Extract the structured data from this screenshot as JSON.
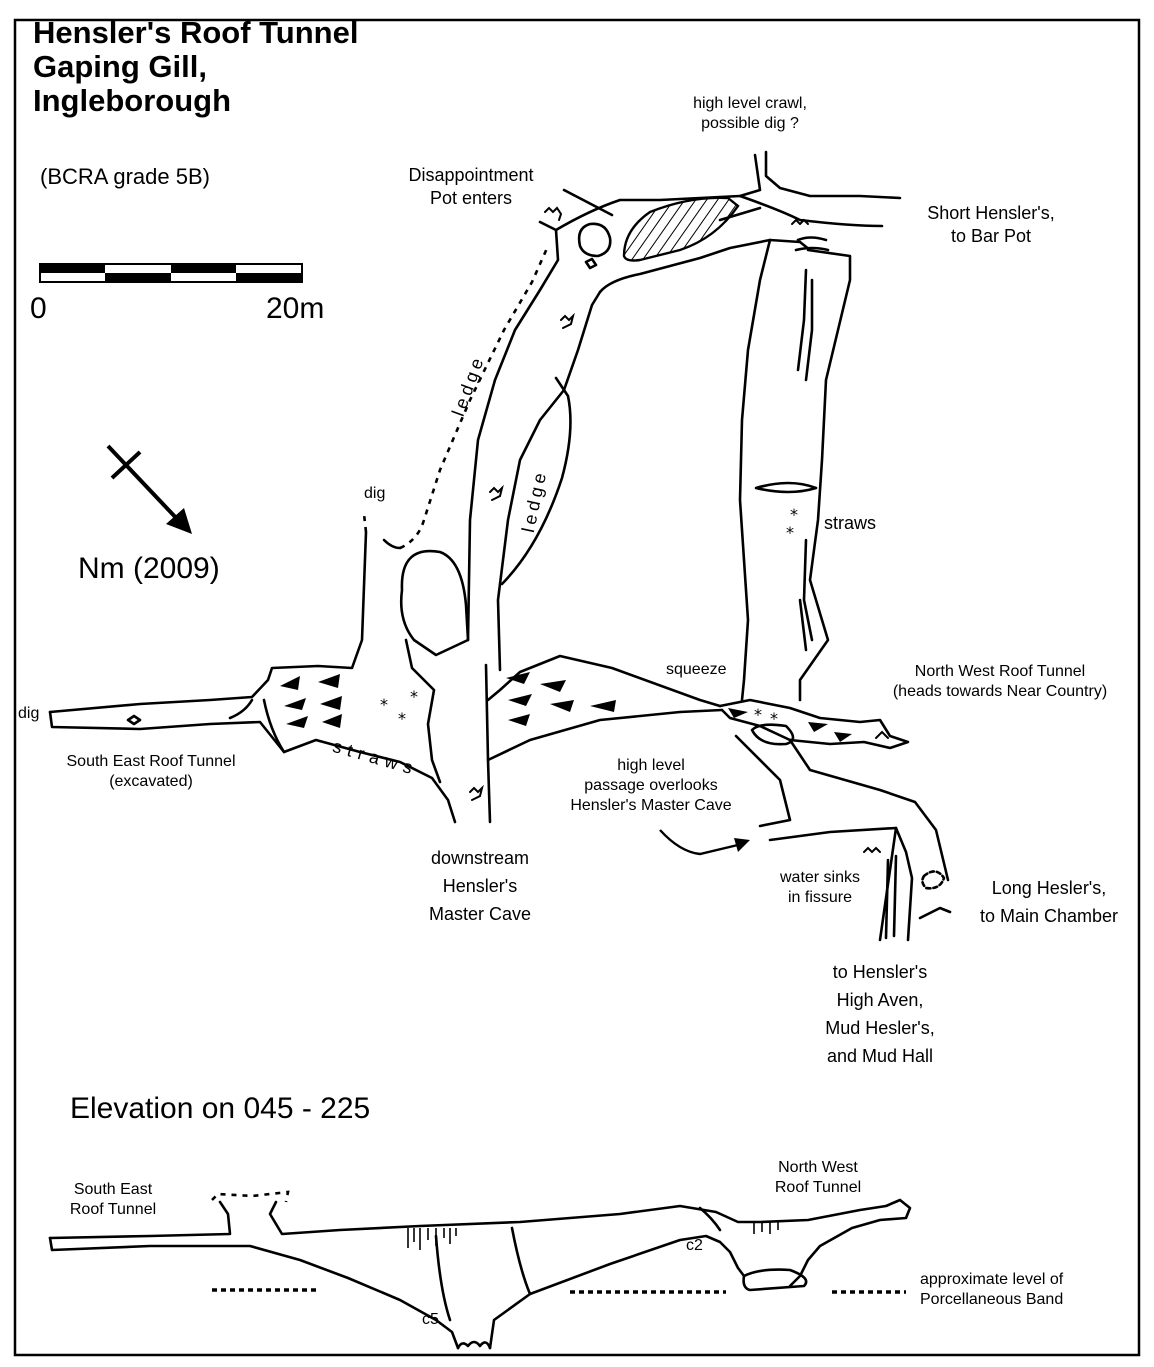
{
  "title": {
    "line1": "Hensler's Roof Tunnel",
    "line2": "Gaping Gill,",
    "line3": "Ingleborough"
  },
  "grade": "(BCRA grade 5B)",
  "scale": {
    "start_label": "0",
    "end_label": "20m"
  },
  "north": {
    "label": "Nm (2009)",
    "icon": "magnetic-north-arrow-icon"
  },
  "plan_labels": {
    "high_level_crawl": [
      "high level crawl,",
      "possible dig ?"
    ],
    "disappointment_pot": [
      "Disappointment",
      "Pot enters"
    ],
    "short_henslers": [
      "Short Hensler's,",
      "to Bar Pot"
    ],
    "ledge_1": "ledge",
    "ledge_2": "ledge",
    "dig_top": "dig",
    "dig_left": "dig",
    "straws_right": "straws",
    "straws_left": "straws",
    "squeeze": "squeeze",
    "north_west_roof_tunnel": [
      "North West Roof Tunnel",
      "(heads towards Near Country)"
    ],
    "south_east_roof_tunnel": [
      "South East Roof Tunnel",
      "(excavated)"
    ],
    "high_level_passage": [
      "high level",
      "passage overlooks",
      "Hensler's Master Cave"
    ],
    "downstream": [
      "downstream",
      "Hensler's",
      "Master Cave"
    ],
    "water_sinks": [
      "water sinks",
      "in fissure"
    ],
    "long_heslers": [
      "Long Hesler's,",
      "to Main Chamber"
    ],
    "high_aven": [
      "to Hensler's",
      "High Aven,",
      "Mud Hesler's,",
      "and Mud Hall"
    ]
  },
  "elevation": {
    "title": "Elevation on 045 - 225",
    "south_east": [
      "South East",
      "Roof Tunnel"
    ],
    "north_west": [
      "North West",
      "Roof Tunnel"
    ],
    "c2": "c2",
    "c5": "c5",
    "porcellaneous": [
      "approximate level of",
      "Porcellaneous Band"
    ]
  },
  "colors": {
    "ink": "#000000",
    "paper": "#ffffff"
  }
}
